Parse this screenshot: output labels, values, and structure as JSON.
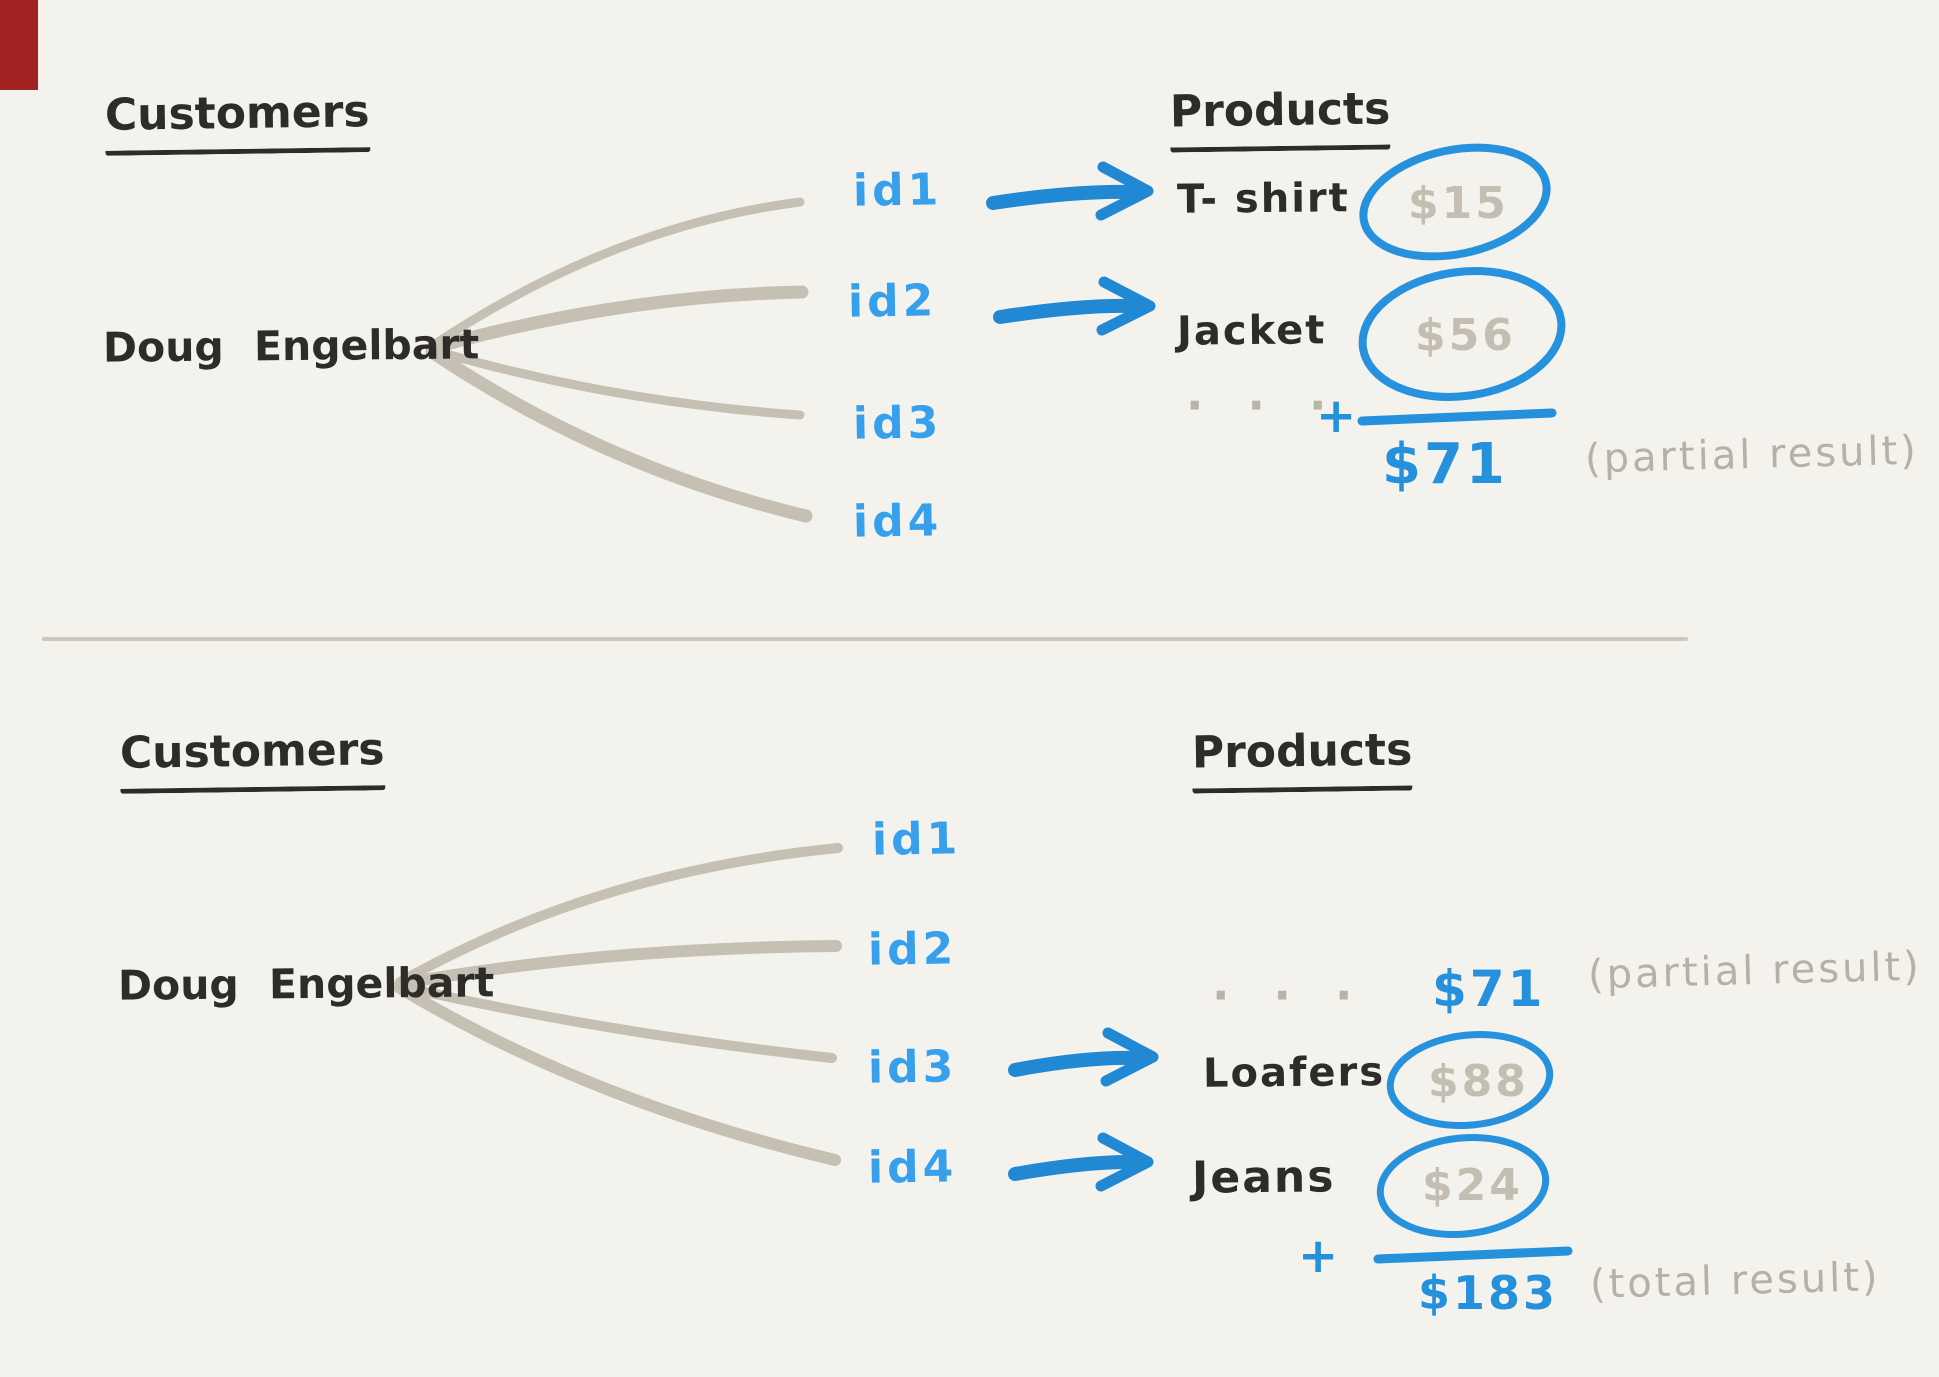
{
  "palette": {
    "background": "#f4f2ec",
    "ink_black": "#2e2c28",
    "ink_gray": "#b9b4a8",
    "ink_blue": "#2590dc",
    "ink_blue_light": "#37a0ec",
    "red_marker": "#a32323"
  },
  "top_panel": {
    "customers_heading": "Customers",
    "customer_name": "Doug Engelbart",
    "products_heading": "Products",
    "ids": [
      "id1",
      "id2",
      "id3",
      "id4"
    ],
    "rows": [
      {
        "product": "T- shirt",
        "price": "$15"
      },
      {
        "product": "Jacket",
        "price": "$56"
      }
    ],
    "ellipsis": "· · ·",
    "plus": "+",
    "subtotal": "$71",
    "note": "(partial result)"
  },
  "bottom_panel": {
    "customers_heading": "Customers",
    "customer_name": "Doug Engelbart",
    "products_heading": "Products",
    "ids": [
      "id1",
      "id2",
      "id3",
      "id4"
    ],
    "ellipsis": "· · ·",
    "carried_subtotal": "$71",
    "carried_note": "(partial result)",
    "rows": [
      {
        "product": "Loafers",
        "price": "$88"
      },
      {
        "product": "Jeans",
        "price": "$24"
      }
    ],
    "plus": "+",
    "total": "$183",
    "note": "(total result)"
  }
}
